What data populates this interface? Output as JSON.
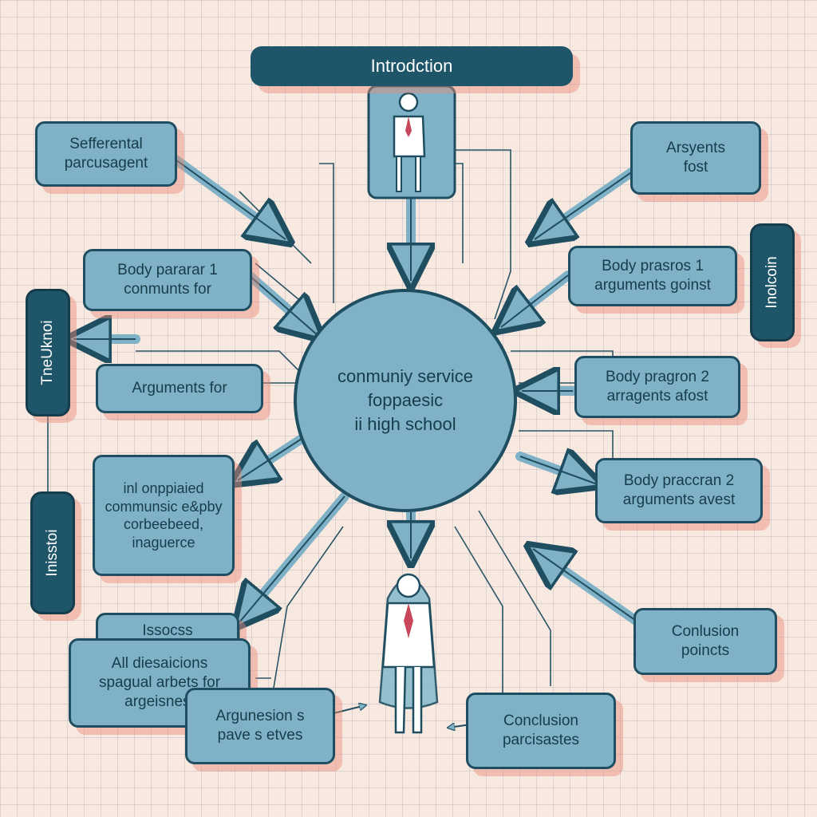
{
  "title": "Introdction",
  "center": {
    "line1": "conmuniy service",
    "line2": "foppaesic",
    "line3": "ii high school"
  },
  "side_tabs": {
    "right_top": "Inolcoin",
    "left_top": "TneUknoi",
    "left_bottom": "Inisstoi"
  },
  "boxes": {
    "top_left": {
      "line1": "Sefferental",
      "line2": "parcusagent"
    },
    "top_right": {
      "line1": "Arsyents",
      "line2": "fost"
    },
    "left_1": {
      "line1": "Body pararar 1",
      "line2": "conmunts for"
    },
    "right_1": {
      "line1": "Body prasros 1",
      "line2": "arguments goinst"
    },
    "left_args": {
      "line1": "Arguments for"
    },
    "right_2": {
      "line1": "Body pragron 2",
      "line2": "arragents afost"
    },
    "left_mid": {
      "line1": "inl onppiaied",
      "line2": "communsic e&pby",
      "line3": "corbeebeed,",
      "line4": "inaguerce"
    },
    "right_3": {
      "line1": "Body praccran 2",
      "line2": "arguments avest"
    },
    "bottom_small": {
      "line1": "Issocss"
    },
    "bottom_left": {
      "line1": "All diesaicions",
      "line2": "spagual arbets for",
      "line3": "argeisnes:"
    },
    "bottom_mid": {
      "line1": "Argunesion s",
      "line2": "pave s etves"
    },
    "bottom_center": {
      "line1": "Conclusion",
      "line2": "parcisastes"
    },
    "conclusion": {
      "line1": "Conlusion",
      "line2": "poincts"
    }
  },
  "colors": {
    "box_fill": "#7fb2c6",
    "box_border": "#1f4e61",
    "dark_pill": "#1e5568",
    "shadow": "#e88c78",
    "background": "#f7e8e0"
  },
  "icons": [
    "person-top-icon",
    "person-bottom-icon"
  ]
}
